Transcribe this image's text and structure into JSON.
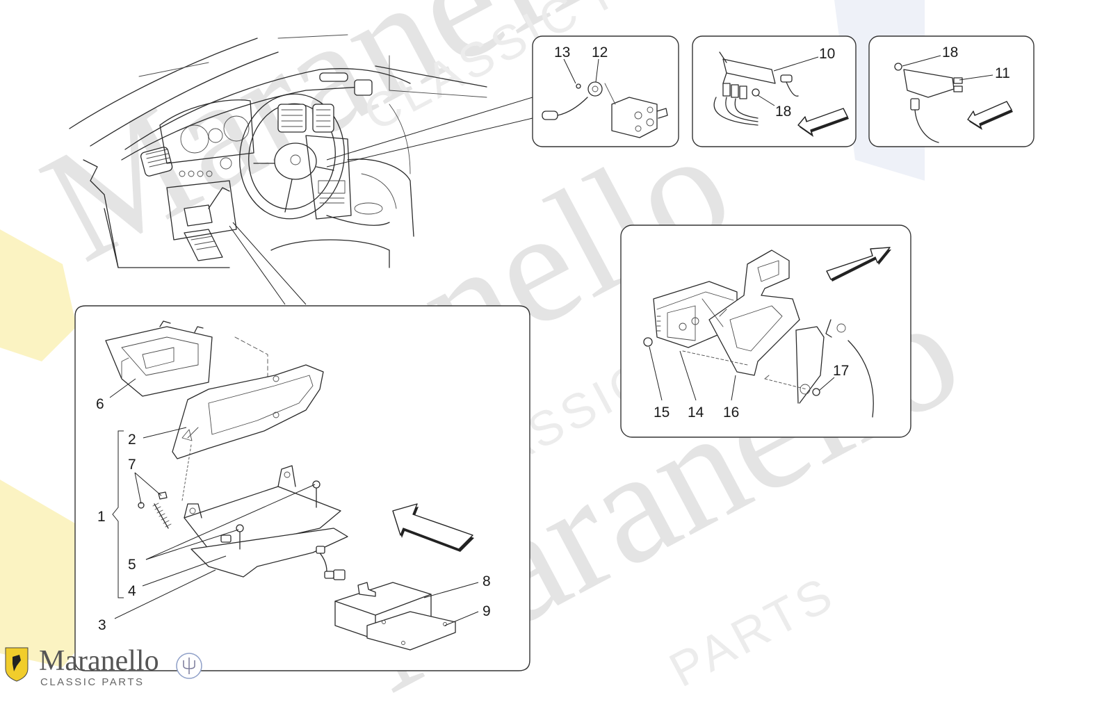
{
  "watermark": {
    "brand": "Maranello",
    "sub": "CLASSIC PARTS",
    "sub_short": "PARTS"
  },
  "logo": {
    "title": "Maranello",
    "subtitle": "CLASSIC PARTS",
    "badge_left_icon": "prancing-horse-shield-icon",
    "badge_right_icon": "trident-badge-icon"
  },
  "callouts": {
    "n1": "1",
    "n2": "2",
    "n3": "3",
    "n4": "4",
    "n5": "5",
    "n6": "6",
    "n7": "7",
    "n8": "8",
    "n9": "9",
    "n10": "10",
    "n11": "11",
    "n12": "12",
    "n13": "13",
    "n14": "14",
    "n15": "15",
    "n16": "16",
    "n17": "17",
    "n18a": "18",
    "n18b": "18"
  }
}
